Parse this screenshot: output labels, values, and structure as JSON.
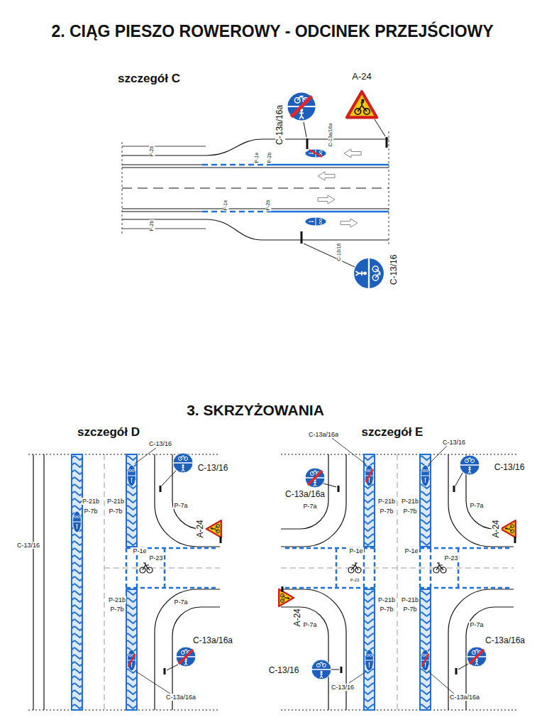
{
  "diagram": {
    "title": "2. CIĄG PIESZO ROWEROWY - ODCINEK PRZEJŚCIOWY",
    "labels": [
      "szczegół C",
      "C-13a/16a",
      "A-24",
      "P-2b",
      "P-1e",
      "P-2b",
      "C-13a/16a",
      "P-1e",
      "P-2b",
      "P-2b",
      "C-13/16",
      "C-13/16",
      "3. SKRZYŻOWANIA",
      "szczegół D",
      "szczegół E",
      "C-13/16",
      "C-13/16",
      "C-13/16",
      "P-21b",
      "P-21b",
      "P-7b",
      "P-7b",
      "P-7a",
      "A-24",
      "P-1e",
      "P-23",
      "P-21b",
      "P-7b",
      "P-7a",
      "C-13a/16a",
      "C-13a/16a",
      "C-13a/16a",
      "C-13/16",
      "C-13/16",
      "C-13a/16a",
      "P-21b",
      "P-21b",
      "P-7b",
      "P-7b",
      "P-7a",
      "P-7a",
      "A-24",
      "P-1e",
      "P-1e",
      "P-23",
      "P-23",
      "A-24",
      "P-21b",
      "P-21b",
      "P-7b",
      "P-7b",
      "P-7a",
      "P-7a",
      "C-13a/16a",
      "C-13/16",
      "C-13/16",
      "C-13a/16a"
    ]
  }
}
